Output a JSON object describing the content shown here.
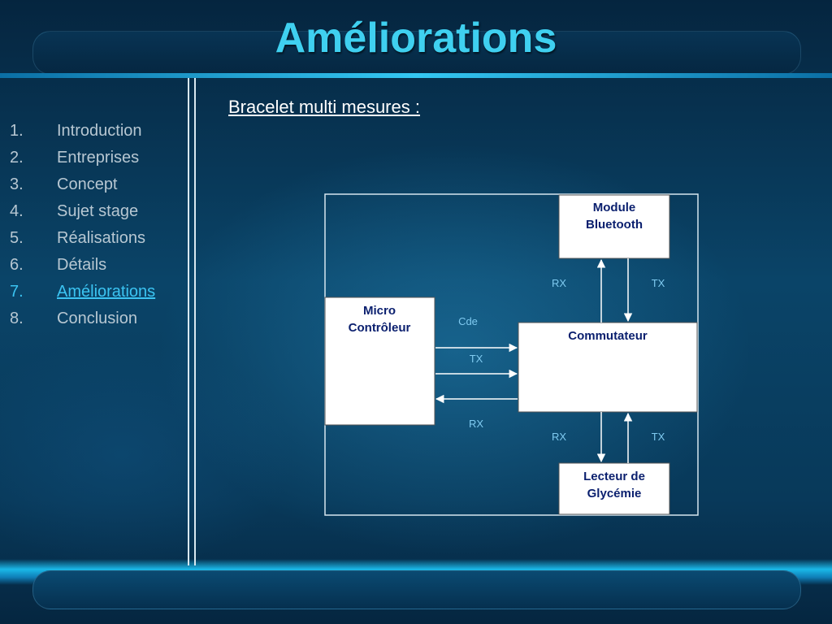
{
  "slide": {
    "title": "Améliorations",
    "subtitle": "Bracelet multi mesures :"
  },
  "nav": {
    "items": [
      {
        "num": "1.",
        "label": "Introduction",
        "active": false
      },
      {
        "num": "2.",
        "label": "Entreprises",
        "active": false
      },
      {
        "num": "3.",
        "label": "Concept",
        "active": false
      },
      {
        "num": "4.",
        "label": "Sujet stage",
        "active": false
      },
      {
        "num": "5.",
        "label": "Réalisations",
        "active": false
      },
      {
        "num": "6.",
        "label": "Détails",
        "active": false
      },
      {
        "num": "7.",
        "label": "Améliorations",
        "active": true
      },
      {
        "num": "8.",
        "label": "Conclusion",
        "active": false
      }
    ],
    "active_color": "#3bc4f2"
  },
  "diagram": {
    "blocks": {
      "micro": [
        "Micro",
        "Contrôleur"
      ],
      "bluetooth": [
        "Module",
        "Bluetooth"
      ],
      "commutateur": [
        "Commutateur"
      ],
      "lecteur": [
        "Lecteur de",
        "Glycémie"
      ]
    },
    "signals": {
      "cde": "Cde",
      "tx_micro": "TX",
      "rx_micro": "RX",
      "rx_bt": "RX",
      "tx_bt": "TX",
      "rx_lect": "RX",
      "tx_lect": "TX"
    }
  },
  "colors": {
    "title": "#3fd0f0",
    "block_text": "#0a1f6e",
    "signal_text": "#7fcaf0"
  }
}
